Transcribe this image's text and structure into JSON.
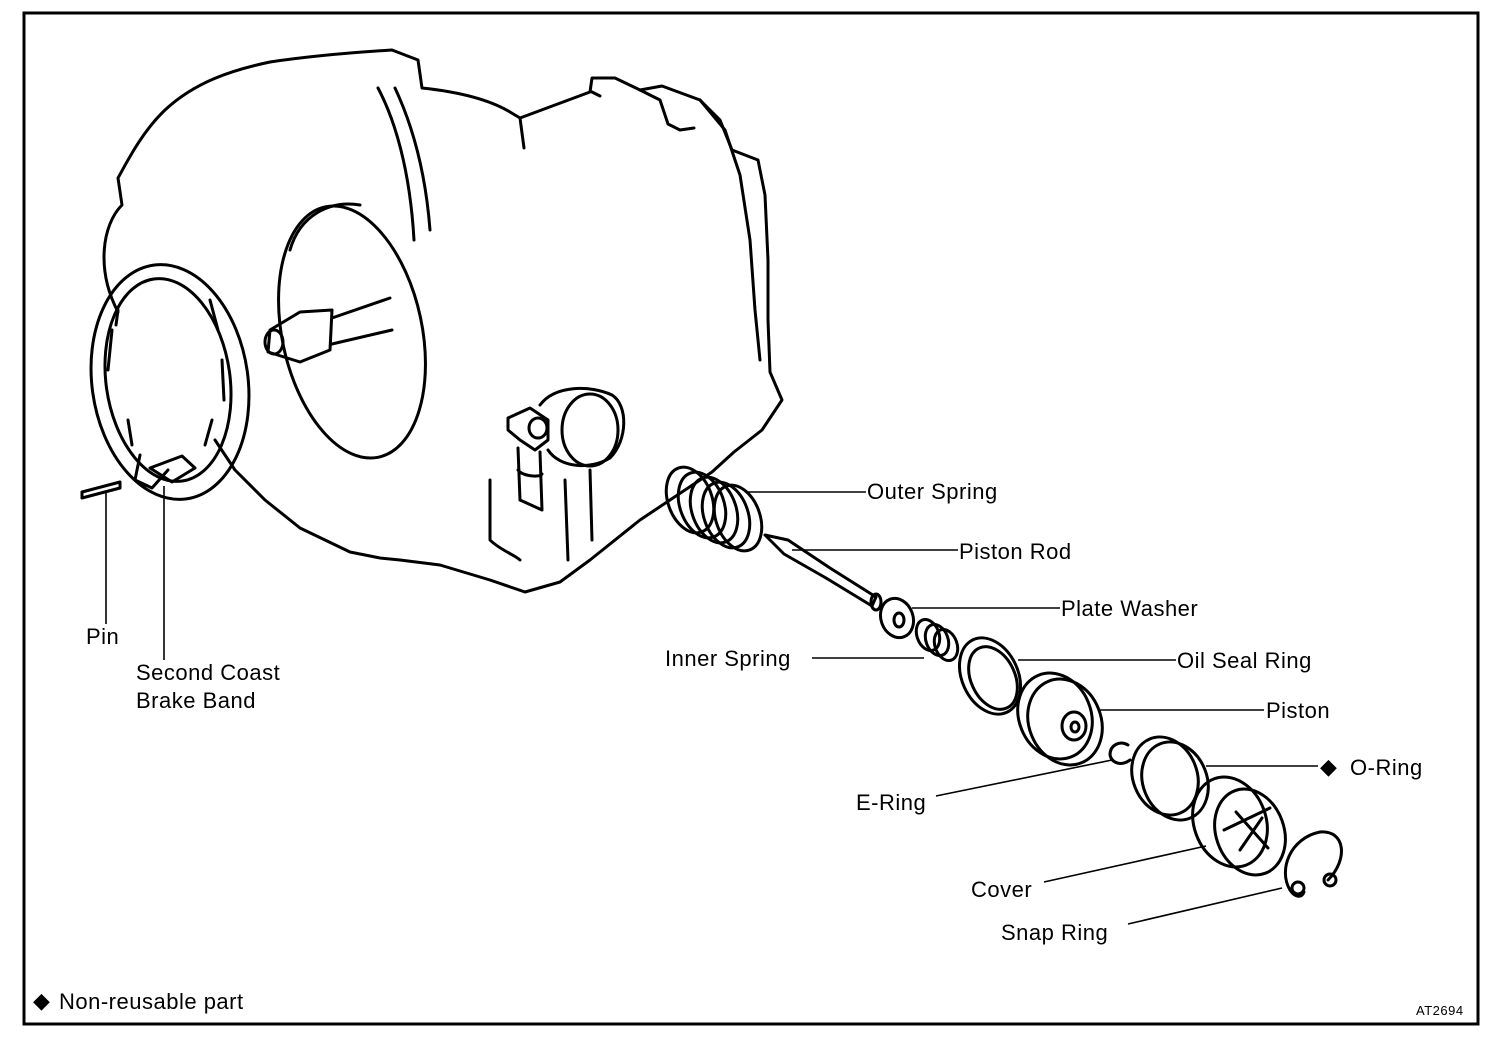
{
  "labels": {
    "outer_spring": "Outer Spring",
    "piston_rod": "Piston Rod",
    "plate_washer": "Plate Washer",
    "inner_spring": "Inner Spring",
    "oil_seal_ring": "Oil Seal Ring",
    "piston": "Piston",
    "o_ring": "O-Ring",
    "e_ring": "E-Ring",
    "cover": "Cover",
    "snap_ring": "Snap Ring",
    "pin": "Pin",
    "second_coast_line1": "Second Coast",
    "second_coast_line2": "Brake Band"
  },
  "legend": {
    "symbol": "◆",
    "text": "Non-reusable part"
  },
  "o_ring_marker": "◆",
  "figure_code": "AT2694"
}
